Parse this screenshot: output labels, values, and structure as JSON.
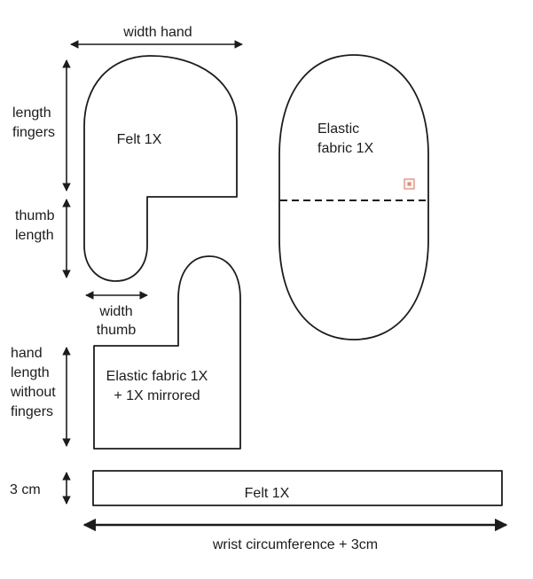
{
  "pieces": {
    "mitten_top_label": "Felt 1X",
    "oval_label": [
      "Elastic",
      "fabric 1X"
    ],
    "palm_label": [
      "Elastic fabric 1X",
      "+ 1X mirrored"
    ],
    "strip_label": "Felt 1X"
  },
  "measurements": {
    "width_hand": "width hand",
    "length_fingers": [
      "length",
      "fingers"
    ],
    "thumb_length": [
      "thumb",
      "length"
    ],
    "width_thumb": [
      "width",
      "thumb"
    ],
    "hand_length": [
      "hand",
      "length",
      "without",
      "fingers"
    ],
    "strip_height": "3 cm",
    "wrist": "wrist circumference + 3cm"
  },
  "colors": {
    "outline": "#1c1c1c",
    "accent_marker": "#db8a7c",
    "background": "#ffffff"
  }
}
